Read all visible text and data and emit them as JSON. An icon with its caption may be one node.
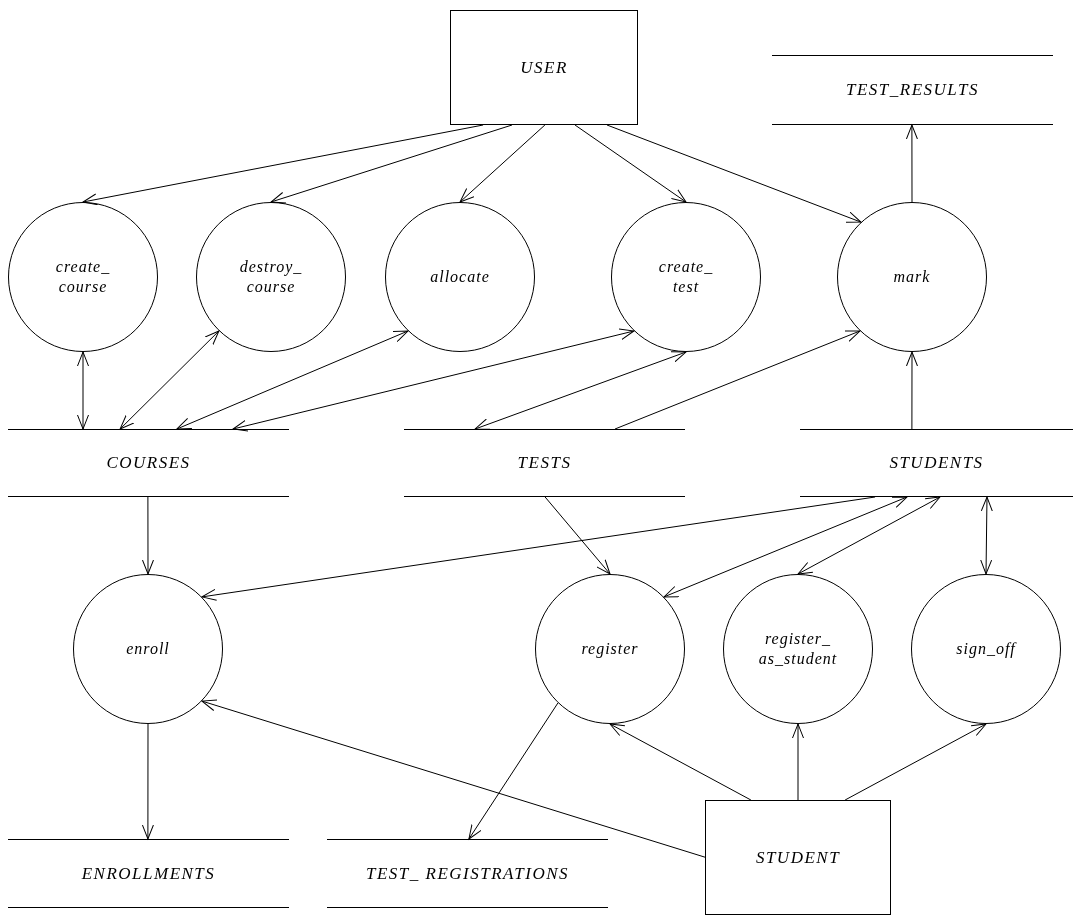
{
  "diagram": {
    "nodes": [
      {
        "text": [
          "USER"
        ]
      },
      {
        "text": [
          "TEST_RESULTS"
        ]
      },
      {
        "text": [
          "create_ course"
        ]
      },
      {
        "text": [
          "destroy_ course"
        ]
      },
      {
        "text": [
          "allocate"
        ]
      },
      {
        "text": [
          "create_ test"
        ]
      },
      {
        "text": [
          "mark"
        ]
      },
      {
        "text": [
          "COURSES"
        ]
      },
      {
        "text": [
          "TESTS"
        ]
      },
      {
        "text": [
          "STUDENTS"
        ]
      },
      {
        "text": [
          "enroll"
        ]
      },
      {
        "text": [
          "register"
        ]
      },
      {
        "text": [
          "register_ as_student"
        ]
      },
      {
        "text": [
          "sign_off"
        ]
      },
      {
        "text": [
          "ENROLLMENTS"
        ]
      },
      {
        "text": [
          "TEST_ REGISTRATIONS"
        ]
      },
      {
        "text": [
          "STUDENT"
        ]
      }
    ],
    "edges": [
      {
        "from": 0,
        "to": 2,
        "arrow": "to"
      },
      {
        "from": 0,
        "to": 3,
        "arrow": "to"
      },
      {
        "from": 0,
        "to": 4,
        "arrow": "to"
      },
      {
        "from": 0,
        "to": 5,
        "arrow": "to"
      },
      {
        "from": 0,
        "to": 6,
        "arrow": "to"
      },
      {
        "from": 6,
        "to": 1,
        "arrow": "to"
      },
      {
        "from": 2,
        "to": 7,
        "arrow": "both"
      },
      {
        "from": 3,
        "to": 7,
        "arrow": "both"
      },
      {
        "from": 4,
        "to": 7,
        "arrow": "both"
      },
      {
        "from": 7,
        "to": 5,
        "arrow": "both"
      },
      {
        "from": 5,
        "to": 8,
        "arrow": "both"
      },
      {
        "from": 8,
        "to": 6,
        "arrow": "to"
      },
      {
        "from": 9,
        "to": 6,
        "arrow": "to"
      },
      {
        "from": 7,
        "to": 10,
        "arrow": "to"
      },
      {
        "from": 9,
        "to": 10,
        "arrow": "to"
      },
      {
        "from": 8,
        "to": 11,
        "arrow": "to"
      },
      {
        "from": 9,
        "to": 11,
        "arrow": "both"
      },
      {
        "from": 9,
        "to": 12,
        "arrow": "both"
      },
      {
        "from": 9,
        "to": 13,
        "arrow": "both"
      },
      {
        "from": 11,
        "to": 15,
        "arrow": "to"
      },
      {
        "from": 10,
        "to": 14,
        "arrow": "to"
      },
      {
        "from": 16,
        "to": 10,
        "arrow": "to"
      },
      {
        "from": 16,
        "to": 11,
        "arrow": "to"
      },
      {
        "from": 16,
        "to": 12,
        "arrow": "to"
      },
      {
        "from": 16,
        "to": 13,
        "arrow": "to"
      }
    ]
  }
}
